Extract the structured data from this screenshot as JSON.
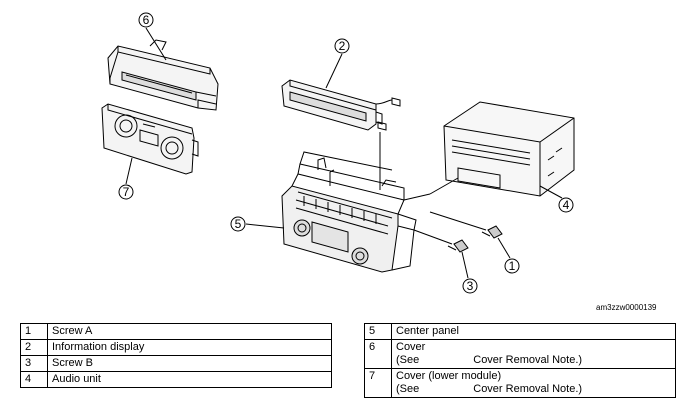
{
  "diagram": {
    "callouts": [
      "1",
      "2",
      "3",
      "4",
      "5",
      "6",
      "7"
    ],
    "reference_code": "am3zzw0000139"
  },
  "legend_left": [
    {
      "num": "1",
      "label": "Screw A"
    },
    {
      "num": "2",
      "label": "Information display"
    },
    {
      "num": "3",
      "label": "Screw B"
    },
    {
      "num": "4",
      "label": "Audio unit"
    }
  ],
  "legend_right": [
    {
      "num": "5",
      "label": "Center panel"
    },
    {
      "num": "6",
      "label": "Cover",
      "note_prefix": "(See",
      "note_ref": "Cover Removal Note.)"
    },
    {
      "num": "7",
      "label": "Cover (lower module)",
      "note_prefix": "(See",
      "note_ref": "Cover Removal Note.)"
    }
  ]
}
